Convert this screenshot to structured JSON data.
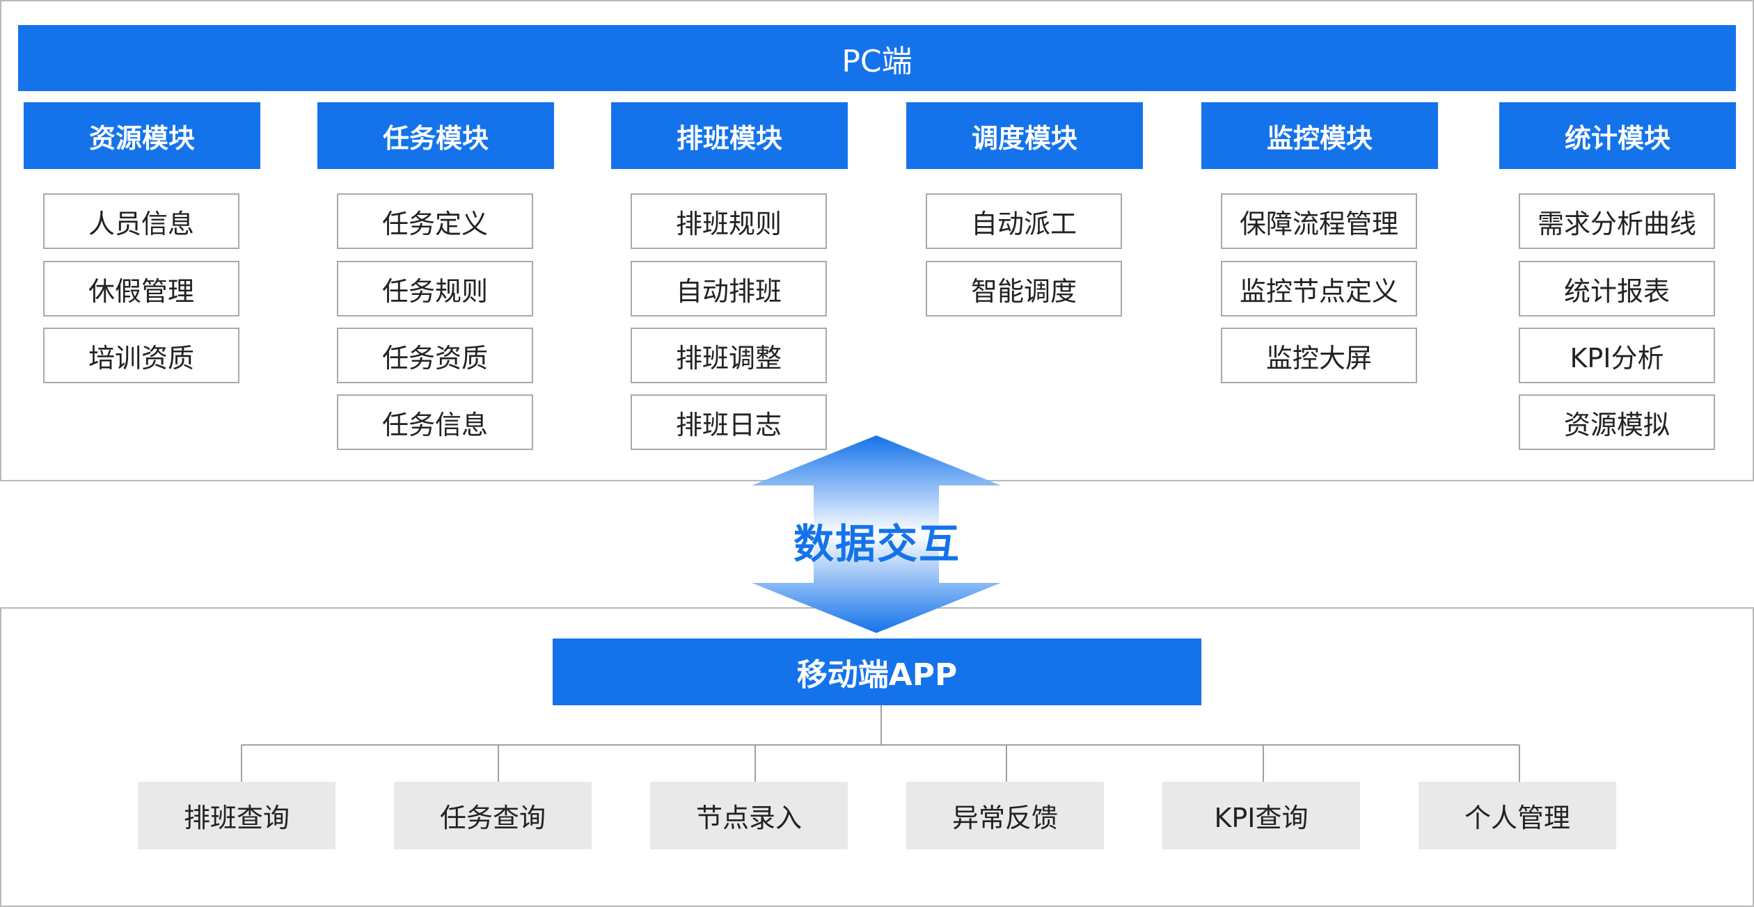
{
  "pc": {
    "title": "PC端",
    "modules": [
      {
        "name": "资源模块",
        "items": [
          "人员信息",
          "休假管理",
          "培训资质"
        ]
      },
      {
        "name": "任务模块",
        "items": [
          "任务定义",
          "任务规则",
          "任务资质",
          "任务信息"
        ]
      },
      {
        "name": "排班模块",
        "items": [
          "排班规则",
          "自动排班",
          "排班调整",
          "排班日志"
        ]
      },
      {
        "name": "调度模块",
        "items": [
          "自动派工",
          "智能调度"
        ]
      },
      {
        "name": "监控模块",
        "items": [
          "保障流程管理",
          "监控节点定义",
          "监控大屏"
        ]
      },
      {
        "name": "统计模块",
        "items": [
          "需求分析曲线",
          "统计报表",
          "KPI分析",
          "资源模拟"
        ]
      }
    ]
  },
  "exchange": {
    "label": "数据交互"
  },
  "mobile": {
    "title": "移动端APP",
    "items": [
      "排班查询",
      "任务查询",
      "节点录入",
      "异常反馈",
      "KPI查询",
      "个人管理"
    ]
  },
  "colors": {
    "accent": "#1473ea",
    "box_border": "#a9a9a9",
    "app_item_bg": "#e9e9e9"
  }
}
